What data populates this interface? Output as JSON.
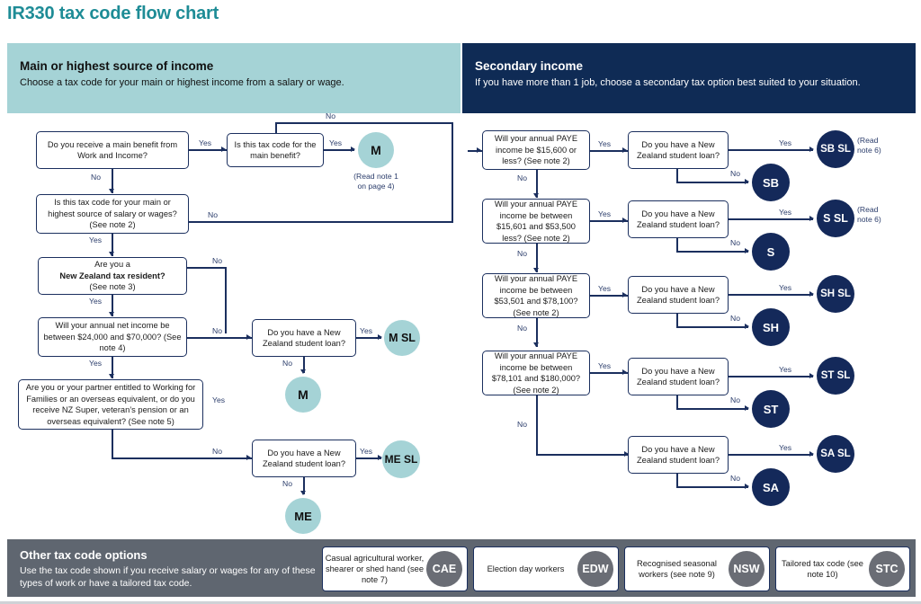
{
  "title": "IR330 tax code flow chart",
  "colors": {
    "title_teal": "#1e8c96",
    "panel_teal": "#a5d3d6",
    "panel_navy": "#0f2b55",
    "line_navy": "#1b2f5e",
    "circle_navy": "#14295a",
    "circle_grey": "#6a6d75",
    "other_bar_grey": "#5f6670"
  },
  "headers": {
    "left": {
      "title": "Main or highest source of income",
      "subtitle": "Choose a tax code for your main or highest income from a salary or wage."
    },
    "right": {
      "title": "Secondary income",
      "subtitle": "If you have more than 1 job, choose a secondary tax option best suited to your situation."
    }
  },
  "main_flow": {
    "q_main_benefit": "Do you receive a main benefit from Work and Income?",
    "q_tax_code_benefit": "Is this tax code for the main benefit?",
    "q_main_source": "Is this tax code for your main or highest source of salary or wages? (See note 2)",
    "q_nz_resident_l1": "Are you a",
    "q_nz_resident_l2": "New Zealand tax resident?",
    "q_nz_resident_l3": "(See note 3)",
    "q_net_income": "Will your annual net income be between $24,000 and $70,000? (See note 4)",
    "q_wff": "Are you or your partner entitled to Working for Families or an overseas equivalent, or do you receive NZ Super, veteran’s pension or an overseas equivalent? (See note 5)",
    "q_loan_m": "Do you have a New Zealand student loan?",
    "q_loan_me": "Do you have a New Zealand student loan?",
    "code_m_top": "M",
    "code_m_top_note_l1": "(Read note 1",
    "code_m_top_note_l2": "on page 4)",
    "code_msl": "M SL",
    "code_m": "M",
    "code_mesl": "ME SL",
    "code_me": "ME"
  },
  "secondary_flow": {
    "rows": [
      {
        "question": "Will your annual PAYE income be $15,600 or less? (See note 2)",
        "loan_question": "Do you have a New Zealand student loan?",
        "code_sl": "SB SL",
        "code_plain": "SB",
        "note_l1": "(Read",
        "note_l2": "note 6)"
      },
      {
        "question": "Will your annual PAYE income be between $15,601 and $53,500 less? (See note 2)",
        "loan_question": "Do you have a New Zealand student loan?",
        "code_sl": "S SL",
        "code_plain": "S",
        "note_l1": "(Read",
        "note_l2": "note 6)"
      },
      {
        "question": "Will your annual PAYE income be between $53,501 and $78,100? (See note 2)",
        "loan_question": "Do you have a New Zealand student loan?",
        "code_sl": "SH SL",
        "code_plain": "SH",
        "note_l1": "",
        "note_l2": ""
      },
      {
        "question": "Will your annual PAYE income be between $78,101 and $180,000? (See note 2)",
        "loan_question": "Do you have a New Zealand student loan?",
        "code_sl": "ST SL",
        "code_plain": "ST",
        "note_l1": "",
        "note_l2": ""
      },
      {
        "question": "",
        "loan_question": "Do you have a New Zealand student loan?",
        "code_sl": "SA SL",
        "code_plain": "SA",
        "note_l1": "",
        "note_l2": ""
      }
    ]
  },
  "edge_labels": {
    "yes": "Yes",
    "no": "No"
  },
  "other_options": {
    "title": "Other tax code options",
    "subtitle": "Use the tax code shown if you receive salary or wages for any of  these types of work or have a tailored tax code.",
    "cards": [
      {
        "text": "Casual agricultural worker, shearer or shed hand (see note 7)",
        "code": "CAE"
      },
      {
        "text": "Election day workers",
        "code": "EDW"
      },
      {
        "text": "Recognised seasonal workers (see note 9)",
        "code": "NSW"
      },
      {
        "text": "Tailored tax code (see note 10)",
        "code": "STC"
      }
    ]
  }
}
